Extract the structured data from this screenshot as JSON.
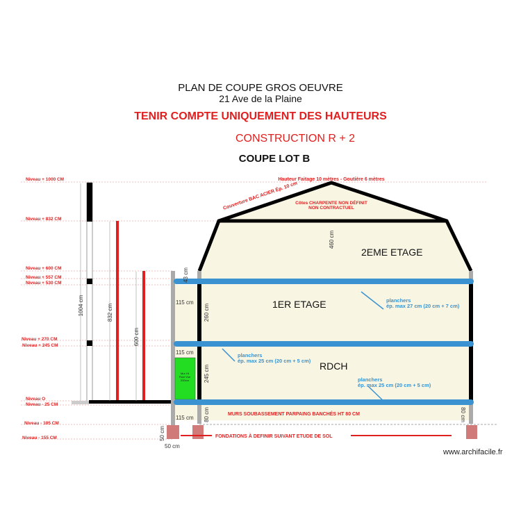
{
  "header": {
    "title": "PLAN DE COUPE GROS OEUVRE",
    "address": "21 Ave de la Plaine",
    "warning": "TENIR COMPTE UNIQUEMENT DES HAUTEURS",
    "construction": "CONSTRUCTION R + 2",
    "lot": "COUPE LOT B"
  },
  "levels": [
    "Niveau + 1000 CM",
    "Niveau + 832 CM",
    "Niveau + 600 CM",
    "Niveau + 557 CM",
    "Niveau + 530 CM",
    "Niveau + 270 CM",
    "Niveau + 245 CM",
    "Niveau O",
    "Niveau - 25 CM",
    "Niveau - 105 CM",
    "Niveau - 155 CM"
  ],
  "annotations": {
    "ridge": "Hauteur Faitage 10 mètres - Goutière 6 mètres",
    "roof_cover": "Couverture BAC ACIER Ép. 10 cm",
    "charpente_1": "Côtes CHARPENTE NON DÉFINIT",
    "charpente_2": "NON CONTRACTUEL",
    "soubassement": "MURS SOUBASSEMENT PARPAING BANCHÉS HT 80 CM",
    "fondations": "FONDATIONS À DEFINIR SUIVANT ETUDE DE SOL",
    "green_wall": [
      "Mur Ht",
      "Pare Vue",
      "200cm"
    ]
  },
  "rooms": {
    "floor2": "2EME ETAGE",
    "floor1": "1ER ETAGE",
    "ground": "RDCH"
  },
  "planchers": [
    {
      "l1": "planchers",
      "l2": "ép. max 27 cm (20 cm + 7 cm)"
    },
    {
      "l1": "planchers",
      "l2": "ép. max 25 cm (20 cm + 5 cm)"
    },
    {
      "l1": "planchers",
      "l2": "ép. max 25 cm (20 cm + 5 cm)"
    }
  ],
  "dimensions": {
    "d1004": "1004 cm",
    "d832": "832 cm",
    "d600": "600 cm",
    "d460": "460 cm",
    "d43": "43 cm",
    "d260": "260 cm",
    "d245": "245 cm",
    "d80a": "80 cm",
    "d80b": "80 cm",
    "d115a": "115 cm",
    "d115b": "115 cm",
    "d115c": "115 cm",
    "d50v": "50 cm",
    "d50h": "50 cm"
  },
  "watermark": "www.archifacile.fr",
  "colors": {
    "red": "#e02020",
    "blue": "#3a93d0",
    "wall": "#000000",
    "fill": "#f8f5e3",
    "green": "#22dd22",
    "footing": "#d07a7a"
  }
}
